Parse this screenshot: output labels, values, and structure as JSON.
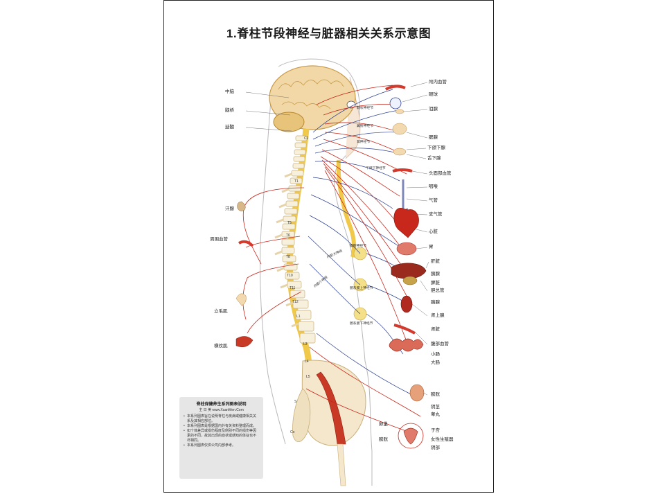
{
  "title": "1.脊柱节段神经与脏器相关关系示意图",
  "left_labels": [
    "中脑",
    "脑桥",
    "延髓",
    "汗腺",
    "周围血管",
    "立毛肌",
    "横纹肌"
  ],
  "right_labels": [
    "颅内血管",
    "眼球",
    "泪腺",
    "腮腺",
    "下颌下腺",
    "舌下腺",
    "头面部血管",
    "咽喉",
    "气管",
    "支气管",
    "心脏",
    "胃",
    "肝脏",
    "胰腺",
    "脾脏",
    "胆总管",
    "胰腺",
    "肾上腺",
    "肾脏",
    "腹部血管",
    "小肠",
    "大肠",
    "膀胱",
    "阴茎",
    "睾丸",
    "卵巢",
    "膀胱",
    "子宫",
    "女性生殖器",
    "阴部"
  ],
  "ganglion_labels": [
    "睫状神经节",
    "翼腭神经节",
    "耳神经节",
    "下颌下神经节",
    "腹腔神经节",
    "肠系膜上神经节",
    "肠系膜下神经节"
  ],
  "nerve_labels": [
    "内脏大神经",
    "内脏小神经"
  ],
  "vertebra_labels": [
    "C1",
    "T1",
    "T5",
    "T6",
    "T8",
    "T10",
    "T11",
    "T12",
    "L1",
    "L3",
    "L4",
    "L5",
    "S",
    "Co"
  ],
  "info_box": {
    "title": "脊柱保健养生系列图表说明",
    "subtitle": "主   日   美  www.XuanMen.Com",
    "notes": [
      "本系列图表旨在说明脊柱与疾病或健康相关关系及其相应部位。",
      "本系列图表是根据国内外有关资料整理而成。",
      "如个体差异或损伤程度及侧别不同的损伤等因素的不同，故其出现的症状或感知的体征也不尽相同。",
      "本系列图表仅供公司内部参考。"
    ]
  },
  "colors": {
    "nerve": "#c8281c",
    "sympathetic": "#2c3f8f",
    "spine": "#f0c84a",
    "bone": "#f7f0dc",
    "organ": "#d23a2e"
  }
}
